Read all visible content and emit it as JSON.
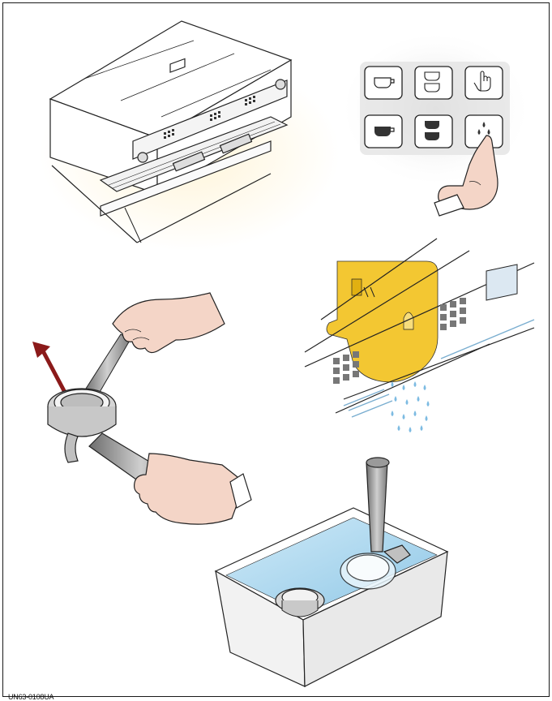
{
  "figure": {
    "code_label": "UN63-0108UA",
    "panels": [
      "espresso-machine",
      "button-panel-pressed",
      "group-head-rinse",
      "remove-filter-basket",
      "soak-in-cleaning-solution"
    ],
    "colors": {
      "line": "#222222",
      "metal": "#b9b9b9",
      "skin": "#f4d5c7",
      "yellow": "#f2c321",
      "water": "#9fd3ee",
      "arrow": "#8b1a1a",
      "button-panel": "#e3e3e3"
    },
    "button_panel": {
      "icons": [
        "single-cup-icon",
        "double-cup-icon",
        "manual-hand-icon",
        "single-cup-full-icon",
        "double-cup-full-icon",
        "hot-water-drops-icon"
      ]
    }
  }
}
